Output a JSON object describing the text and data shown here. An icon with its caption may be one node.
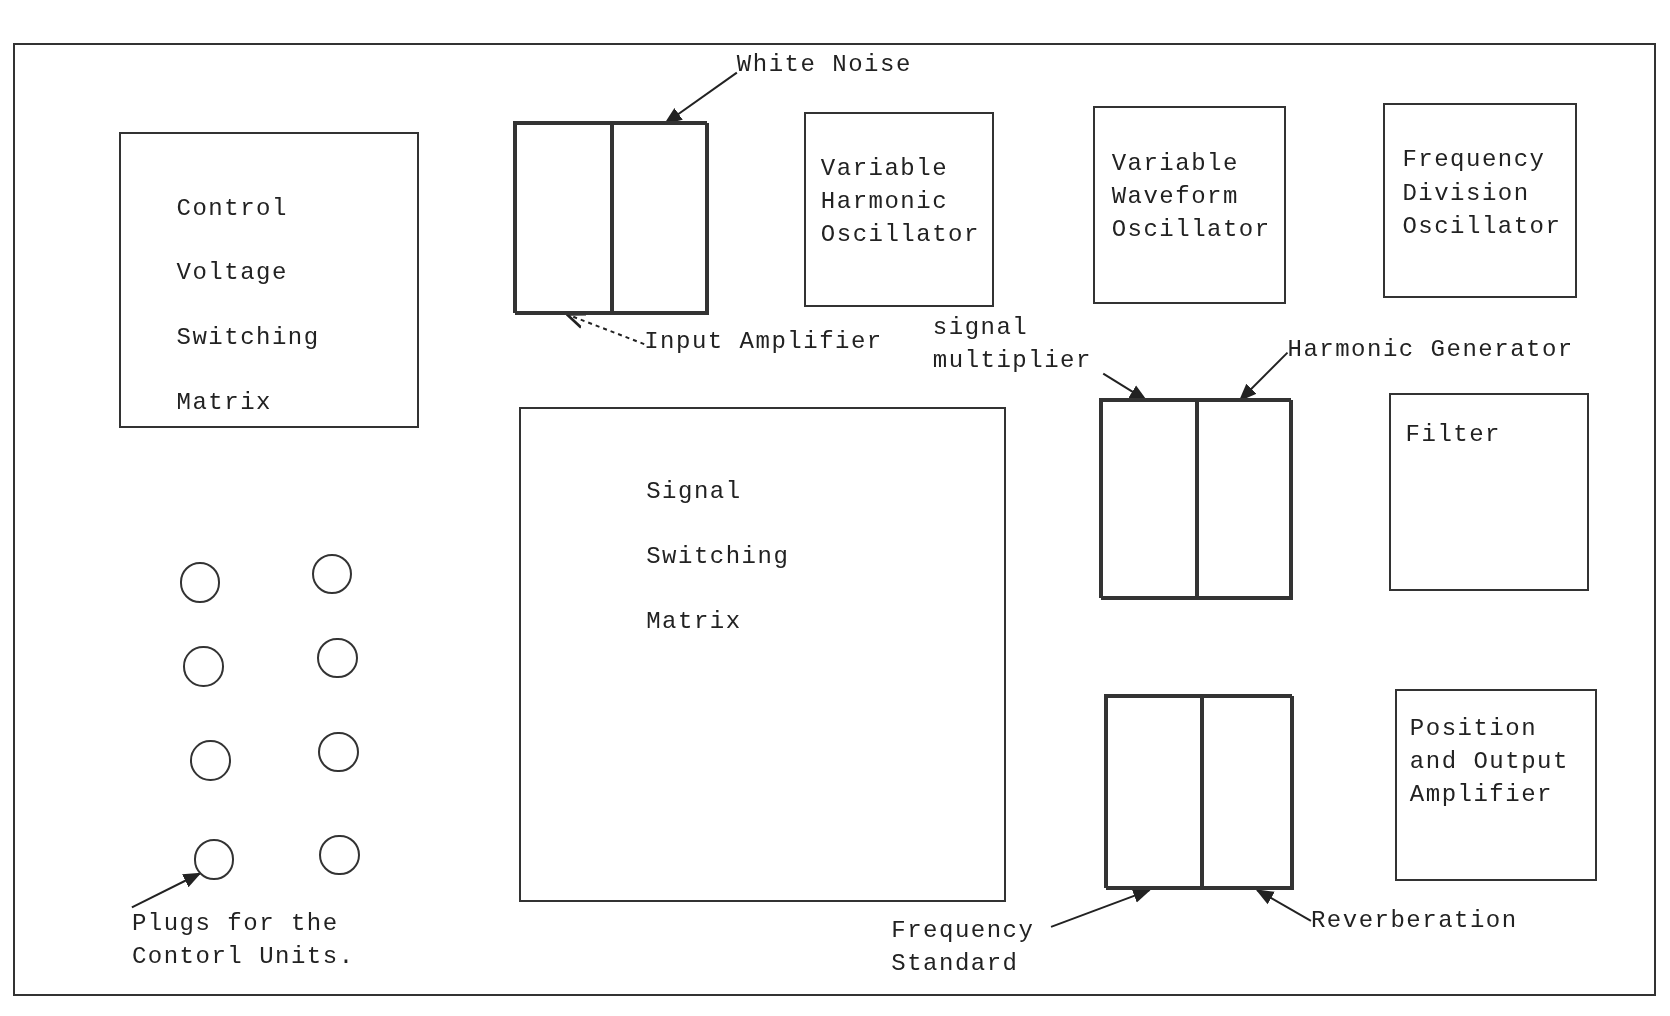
{
  "diagram": {
    "nodes": [
      {
        "text": [],
        "shape": "box"
      },
      {
        "text": [
          "Control Voltage Switching Matrix"
        ],
        "in": 0
      },
      {
        "text": [
          "White Noise"
        ],
        "in": 0
      },
      {
        "text": [],
        "shape": "box",
        "in": 0
      },
      {
        "text": [],
        "shape": "box",
        "in": 3
      },
      {
        "text": [],
        "shape": "box",
        "in": 3
      },
      {
        "text": [
          "Variable Harmonic Oscillator"
        ],
        "in": 0
      },
      {
        "text": [
          "Variable Waveform Oscillator"
        ],
        "in": 0
      },
      {
        "text": [
          "Frequency Division Oscillator"
        ],
        "in": 0
      },
      {
        "text": [
          "Input Amplifier"
        ],
        "in": 0
      },
      {
        "text": [
          "signal multiplier"
        ],
        "in": 0
      },
      {
        "text": [
          "Harmonic Generator"
        ],
        "in": 0
      },
      {
        "text": [],
        "shape": "box",
        "in": 0
      },
      {
        "text": [],
        "shape": "box",
        "in": 12
      },
      {
        "text": [],
        "shape": "box",
        "in": 12
      },
      {
        "text": [
          "Filter"
        ],
        "in": 0
      },
      {
        "text": [
          "Signal Switching Matrix"
        ],
        "in": 0
      },
      {
        "text": [],
        "shape": "circle",
        "in": 0
      },
      {
        "text": [],
        "shape": "circle",
        "in": 0
      },
      {
        "text": [],
        "shape": "circle",
        "in": 0
      },
      {
        "text": [],
        "shape": "circle",
        "in": 0
      },
      {
        "text": [],
        "shape": "circle",
        "in": 0
      },
      {
        "text": [],
        "shape": "circle",
        "in": 0
      },
      {
        "text": [],
        "shape": "circle",
        "in": 0
      },
      {
        "text": [],
        "shape": "circle",
        "in": 0
      },
      {
        "text": [],
        "shape": "box",
        "in": 0
      },
      {
        "text": [],
        "shape": "box",
        "in": 25
      },
      {
        "text": [],
        "shape": "box",
        "in": 25
      },
      {
        "text": [
          "Position and Output Amplifier"
        ],
        "in": 0
      },
      {
        "text": [
          "Plugs for the Contorl Units."
        ],
        "in": 0
      },
      {
        "text": [
          "Frequency Standard"
        ],
        "in": 0
      },
      {
        "text": [
          "Reverberation"
        ],
        "in": 0
      }
    ],
    "edges": [
      {
        "from": 2,
        "to": 5,
        "arrow": "to"
      },
      {
        "from": 9,
        "to": 4,
        "arrow": "to",
        "style": "dashed"
      },
      {
        "from": 10,
        "to": 13,
        "arrow": "to"
      },
      {
        "from": 11,
        "to": 14,
        "arrow": "to"
      },
      {
        "from": 30,
        "to": 26,
        "arrow": "to"
      },
      {
        "from": 31,
        "to": 27,
        "arrow": "to"
      },
      {
        "from": 29,
        "to": 23,
        "arrow": "to"
      }
    ]
  }
}
